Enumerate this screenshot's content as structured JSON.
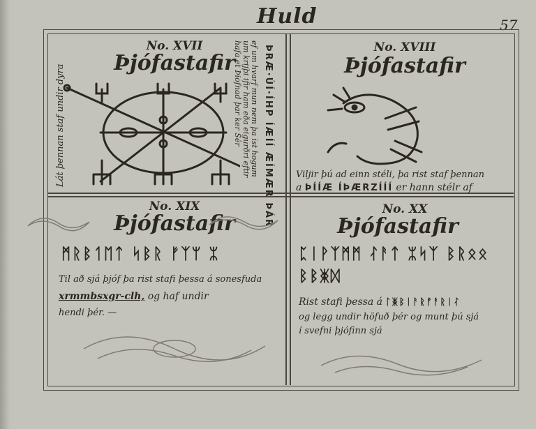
{
  "header": {
    "title": "Huld",
    "page_number": "57"
  },
  "panels": [
    {
      "number": "No. XVII",
      "heading": "Þjófastafir",
      "left_margin_text": "Lát þennan staf undir dyra",
      "right_margin_text": "ÞRÆ·ÚÍ·ÍHP ÍÆÍÍ ÆÍMÆR ÞÁR",
      "side_note_text": "ef um hvarf mun nem þa ist hogum um krijþi ifir ham eða eigurðri eftir hafa et Þiofnad þar ker Sér"
    },
    {
      "number": "No. XVIII",
      "heading": "Þjófastafir",
      "text_line_1": "Viljir þú ad einn stéli, þa rist staf þennan",
      "text_line_2_runes": "ÞÍÍÆ ÍÞÆRZÍÍÍ",
      "text_line_2_tail": "er hann stélr af"
    },
    {
      "number": "No. XIX",
      "heading": "Þjófastafir",
      "rune_row": "ᛗᚱᛒᛐᛖᛏ ᛋᛒᚱ ᚠᛉᛘ ᛯ",
      "text_line_1": "Til að sjá þjóf þa rist stafi þessa á sonesfuda",
      "text_line_2_cipher": "xrmmbsxgr-clh,",
      "text_line_2_tail": "og haf undir",
      "text_line_3": "hendi þér. —"
    },
    {
      "number": "No. XX",
      "heading": "Þjófastafir",
      "rune_row_1": "ᛈᛁᚹᛉᛗᛗ ᛮᚨᛏ ᛯᛋᛉ ᛒᚱᛟᛟ",
      "rune_row_2": "ᛒᛒᛤᛞ",
      "text_line_1_prefix": "Rist stafi þessa á",
      "text_line_1_runes": "ᛚᛤᛒᛁᚨᚱᚠᚨᚱᛁᛮ",
      "text_line_2": "og legg undir höfuð þér og munt þú sjá",
      "text_line_3": "í svefni þjófinn sjá"
    }
  ]
}
